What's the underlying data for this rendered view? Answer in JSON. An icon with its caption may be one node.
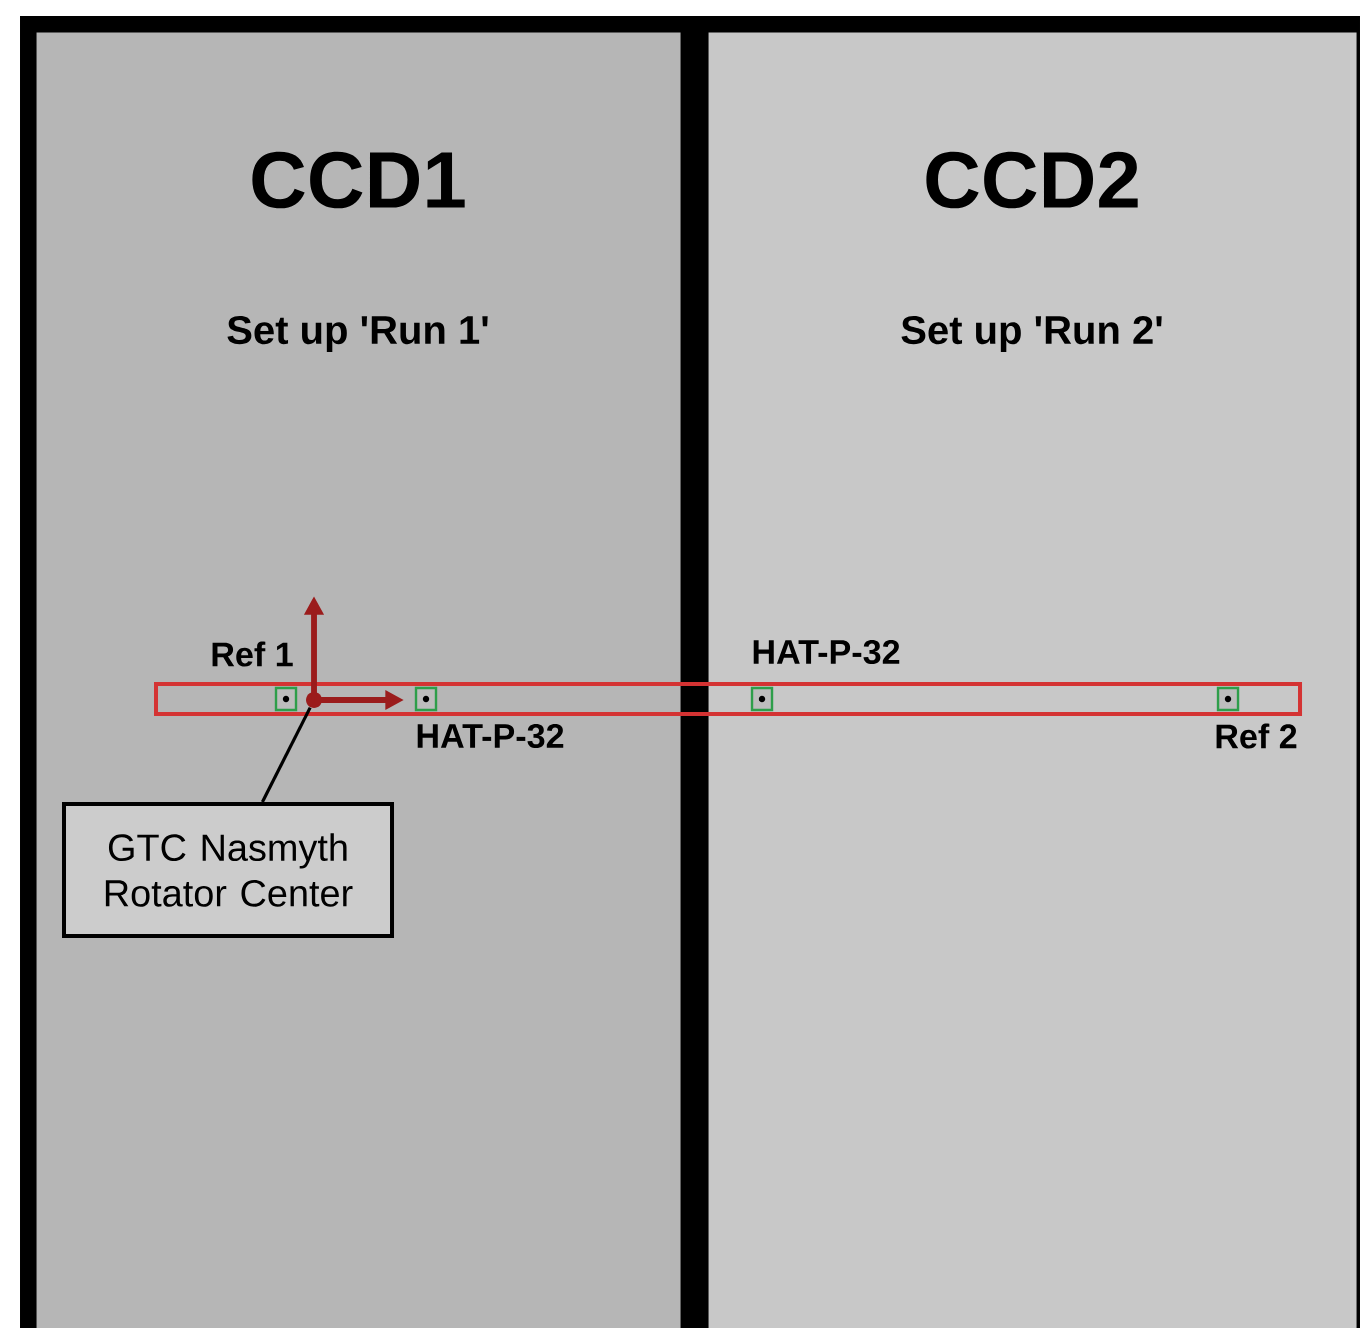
{
  "diagram": {
    "nodes": [
      {
        "text": [
          "CCD1",
          "Set up 'Run 1'"
        ]
      },
      {
        "text": [
          "CCD2",
          "Set up 'Run 2'"
        ]
      },
      {
        "text": [
          "GTC Nasmyth Rotator Center"
        ],
        "in": 0
      },
      {
        "text": [],
        "shape": "circle",
        "in": 0
      }
    ],
    "edges": [
      {
        "from": 2,
        "to": 3,
        "arrow": "none"
      }
    ],
    "labels": [
      "Ref 1",
      "HAT-P-32",
      "HAT-P-32",
      "Ref 2"
    ]
  }
}
